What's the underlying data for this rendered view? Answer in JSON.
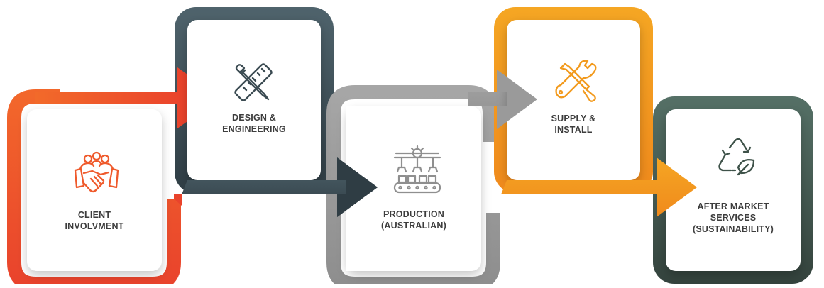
{
  "steps": [
    {
      "label": "CLIENT\nINVOLVMENT",
      "icon": "handshake-team-icon",
      "color": "#ef4b2c"
    },
    {
      "label": "DESIGN &\nENGINEERING",
      "icon": "pencil-ruler-icon",
      "color": "#37474f"
    },
    {
      "label": "PRODUCTION\n(AUSTRALIAN)",
      "icon": "assembly-line-icon",
      "color": "#9e9e9e"
    },
    {
      "label": "SUPPLY &\nINSTALL",
      "icon": "wrench-screwdriver-icon",
      "color": "#f39c1f"
    },
    {
      "label": "AFTER MARKET\nSERVICES\n(SUSTAINABILITY)",
      "icon": "recycle-leaf-icon",
      "color": "#3e5249"
    }
  ]
}
